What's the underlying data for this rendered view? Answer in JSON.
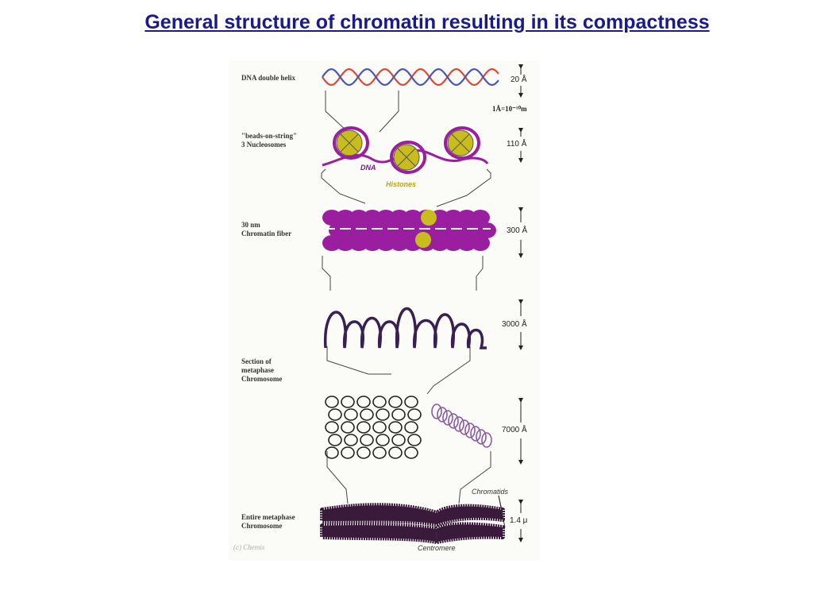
{
  "title": "General structure of chromatin resulting in its compactness",
  "levels": {
    "dna": {
      "label": "DNA double helix",
      "size": "20 Å",
      "note": "1Å=10⁻¹⁰m"
    },
    "beads": {
      "label_line1": "\"beads-on-string\"",
      "label_line2": "3 Nucleosomes",
      "size": "110 Å",
      "dna_tag": "DNA",
      "histones_tag": "Histones"
    },
    "fiber": {
      "label_line1": "30 nm",
      "label_line2": "Chromatin fiber",
      "size": "300 Å"
    },
    "loops": {
      "size": "3000 Å"
    },
    "section": {
      "label_line1": "Section of",
      "label_line2": "metaphase",
      "label_line3": "Chromosome",
      "size": "7000 Å"
    },
    "entire": {
      "label_line1": "Entire metaphase",
      "label_line2": "Chromosome",
      "size": "1.4 μ",
      "chromatids": "Chromatids",
      "centromere": "Centromere"
    }
  },
  "copyright": "(c) Chemis",
  "colors": {
    "dna_red": "#d84a3a",
    "dna_blue": "#4a56b8",
    "histone": "#c9bd1e",
    "fiber": "#9a1ea0",
    "loops": "#3a1f52",
    "chromosome": "#3a1a3a"
  }
}
